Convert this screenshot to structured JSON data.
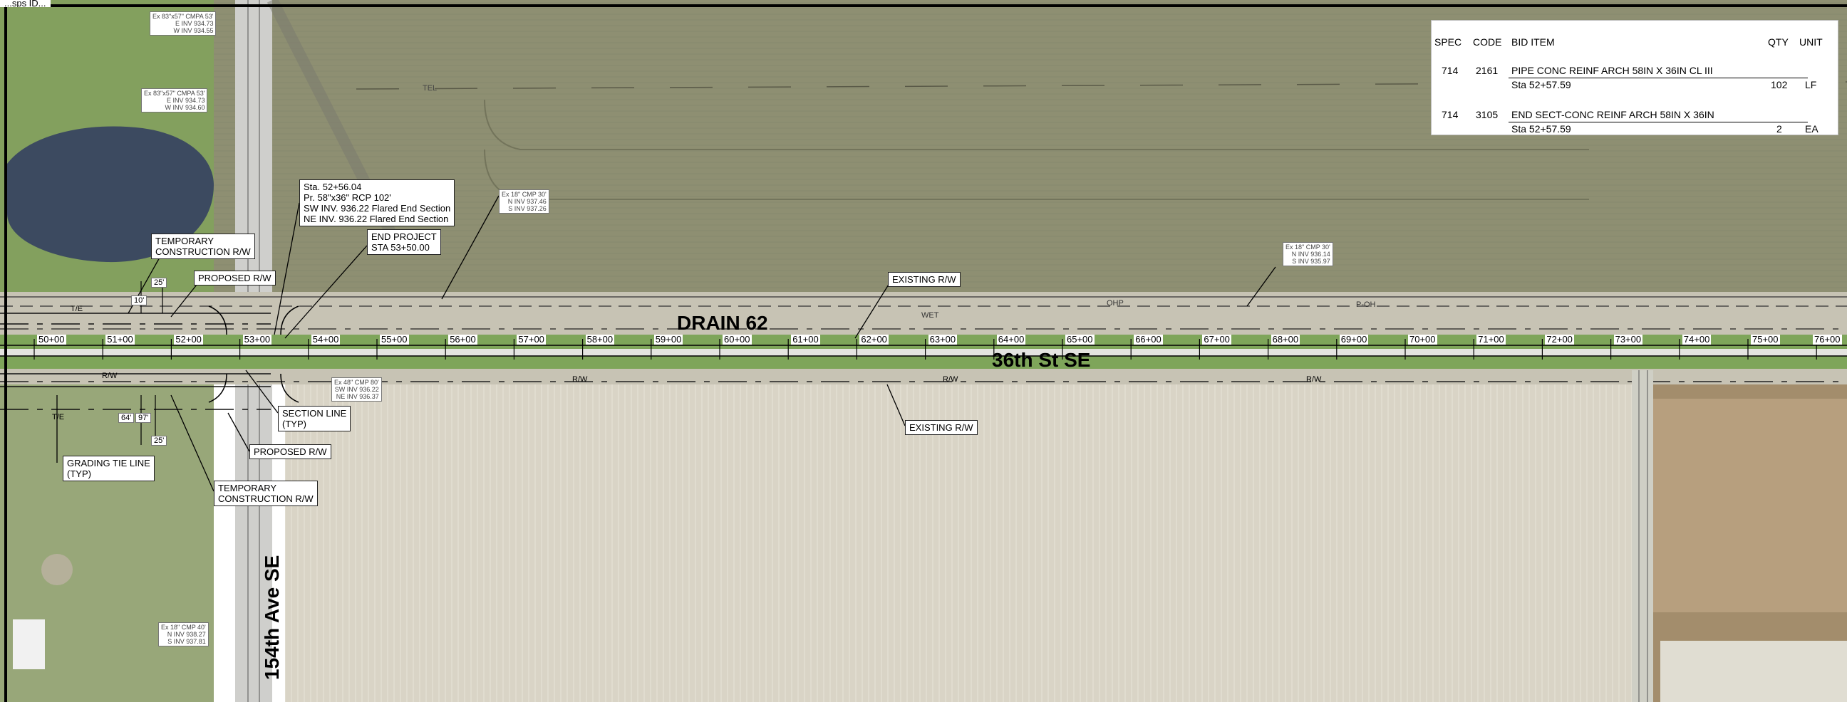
{
  "sheet": {
    "header_text": "...sps ID...",
    "colors": {
      "field": "#8e8e72",
      "field_light": "#d9d4c6",
      "grass": "#7fa35b",
      "water": "#3c4a60",
      "road": "#c8c8c8"
    }
  },
  "roads": {
    "drain": "DRAIN 62",
    "main_street": "36th St SE",
    "cross_street": "154th Ave SE"
  },
  "stations": [
    "50+00",
    "51+00",
    "52+00",
    "53+00",
    "54+00",
    "55+00",
    "56+00",
    "57+00",
    "58+00",
    "59+00",
    "60+00",
    "61+00",
    "62+00",
    "63+00",
    "64+00",
    "65+00",
    "66+00",
    "67+00",
    "68+00",
    "69+00",
    "70+00",
    "71+00",
    "72+00",
    "73+00",
    "74+00",
    "75+00",
    "76+00"
  ],
  "line_labels": {
    "rw": "R/W",
    "te": "T/E",
    "ohp": "OHP",
    "tel": "TEL",
    "wet": "WET",
    "poh": "P-OH"
  },
  "dims": {
    "d10": "10'",
    "d25": "25'",
    "d64": "64'",
    "d97": "97'",
    "d25b": "25'"
  },
  "callouts": {
    "temp_row_top": "TEMPORARY\nCONSTRUCTION R/W",
    "proposed_row_top": "PROPOSED R/W",
    "sta_note": "Sta. 52+56.04\nPr. 58\"x36\" RCP 102'\nSW INV. 936.22 Flared End Section\nNE INV. 936.22 Flared End Section",
    "end_project": "END PROJECT\nSTA 53+50.00",
    "existing_row_top": "EXISTING R/W",
    "existing_row_bottom": "EXISTING R/W",
    "section_line": "SECTION LINE\n(TYP)",
    "proposed_row_bottom": "PROPOSED R/W",
    "grading_tie": "GRADING TIE LINE\n(TYP)",
    "temp_row_bottom": "TEMPORARY\nCONSTRUCTION R/W"
  },
  "culverts": {
    "c1": "Ex 83\"x57\" CMPA 53'\nE INV 934.73\nW INV 934.55",
    "c2": "Ex 83\"x57\" CMPA 53'\nE INV 934.73\nW INV 934.60",
    "c3": "Ex 18\" CMP 30'\nN INV 937.46\nS INV 937.26",
    "c4": "Ex 18\" CMP 30'\nN INV 936.14\nS INV 935.97",
    "c5": "Ex 48\" CMP 80'\nSW INV 936.22\nNE INV 936.37",
    "c6": "Ex 18\" CMP 40'\nN INV 938.27\nS INV 937.81"
  },
  "bid_table": {
    "headers": {
      "spec": "SPEC",
      "code": "CODE",
      "item": "BID ITEM",
      "qty": "QTY",
      "unit": "UNIT"
    },
    "rows": [
      {
        "spec": "714",
        "code": "2161",
        "item": "PIPE CONC REINF ARCH 58IN X 36IN CL III",
        "sta": "Sta 52+57.59",
        "qty": "102",
        "unit": "LF"
      },
      {
        "spec": "714",
        "code": "3105",
        "item": "END SECT-CONC REINF ARCH 58IN X 36IN",
        "sta": "Sta 52+57.59",
        "qty": "2",
        "unit": "EA"
      }
    ]
  }
}
